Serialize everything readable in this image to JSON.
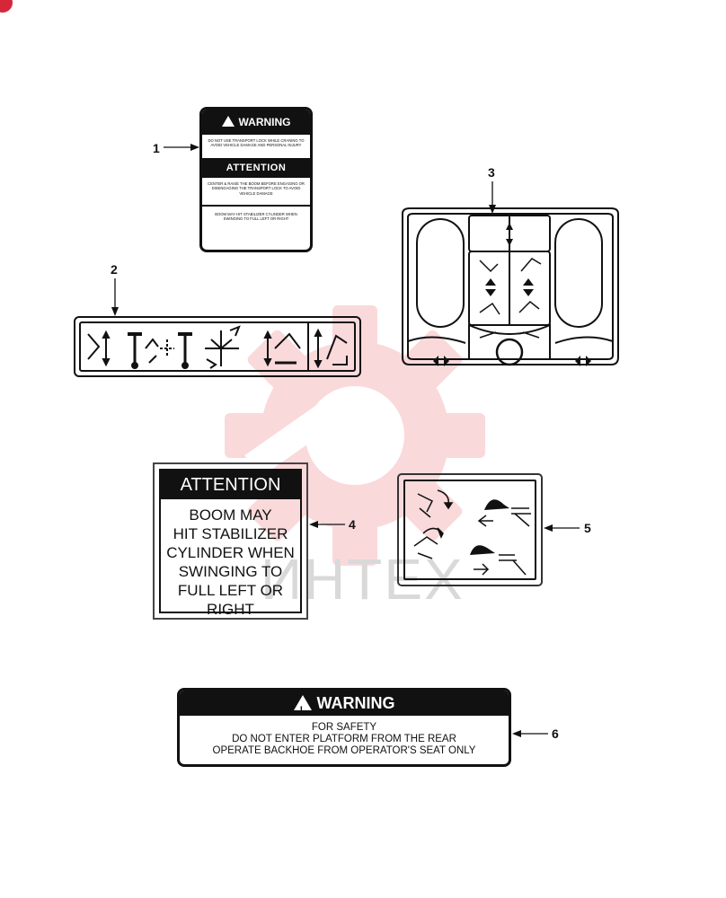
{
  "callouts": [
    "1",
    "2",
    "3",
    "4",
    "5",
    "6"
  ],
  "watermark": {
    "text": "ИНТЕХ",
    "color": "#e8323c"
  },
  "label1": {
    "warning_title": "WARNING",
    "warning_text": "DO NOT USE TRANSPORT LOCK WHILE CRANING TO AVOID VEHICLE DAMAGE AND PERSONAL INJURY",
    "attention_title": "ATTENTION",
    "attention_text": "CENTER & RAISE THE BOOM BEFORE ENGAGING OR DISENGAGING THE TRANSPORT LOCK TO AVOID VEHICLE DAMAGE",
    "footer_text": "BOOM MAY HIT STABILIZER CYLINDER WHEN SWINGING TO FULL LEFT OR RIGHT",
    "alert_icon": "exclamation-triangle-icon"
  },
  "label4": {
    "title": "ATTENTION",
    "lines": [
      "BOOM MAY",
      "HIT STABILIZER",
      "CYLINDER WHEN",
      "SWINGING TO",
      "FULL LEFT OR",
      "RIGHT"
    ]
  },
  "label6": {
    "title": "WARNING",
    "lines": [
      "FOR SAFETY",
      "DO NOT ENTER PLATFORM FROM THE REAR",
      "OPERATE BACKHOE FROM OPERATOR'S SEAT ONLY"
    ],
    "alert_icon": "exclamation-triangle-icon"
  }
}
